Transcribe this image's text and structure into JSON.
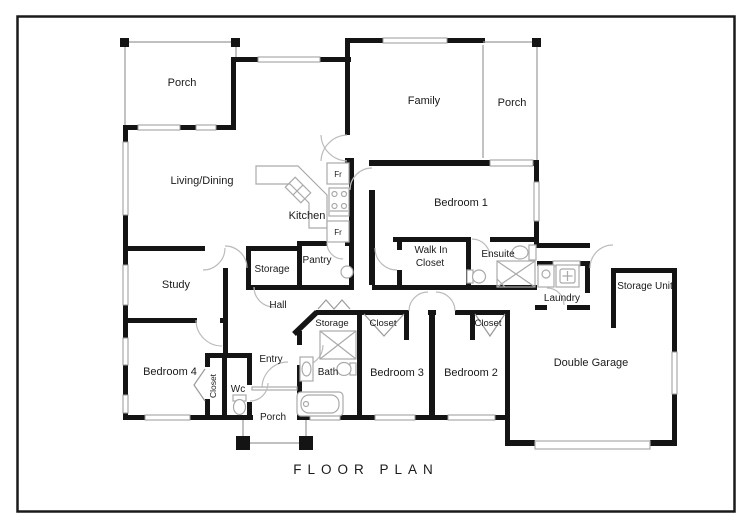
{
  "title": "FLOOR PLAN",
  "labels": {
    "porch_top_left": "Porch",
    "porch_top_right": "Porch",
    "porch_front": "Porch",
    "living_dining": "Living/Dining",
    "family": "Family",
    "kitchen": "Kitchen",
    "bedroom1": "Bedroom 1",
    "bedroom2": "Bedroom 2",
    "bedroom3": "Bedroom 3",
    "bedroom4": "Bedroom 4",
    "study": "Study",
    "hall": "Hall",
    "entry": "Entry",
    "wc": "Wc",
    "bath": "Bath",
    "ensuite": "Ensuite",
    "walk_in_closet_line1": "Walk In",
    "walk_in_closet_line2": "Closet",
    "closet_bedroom4": "Closet",
    "closet_bedroom3": "Closet",
    "closet_bedroom2": "Closet",
    "storage_room": "Storage",
    "storage_hall_closet": "Storage",
    "storage_unit": "Storage Unit",
    "pantry": "Pantry",
    "laundry": "Laundry",
    "double_garage": "Double Garage",
    "fridge": "Fr"
  },
  "colors": {
    "wall": "#141414",
    "window": "#9a9a9a",
    "fixture": "#aaaaaa",
    "door_arc": "#bcbcbc",
    "text": "#1a1a1a",
    "frame": "#1a1a1a"
  }
}
